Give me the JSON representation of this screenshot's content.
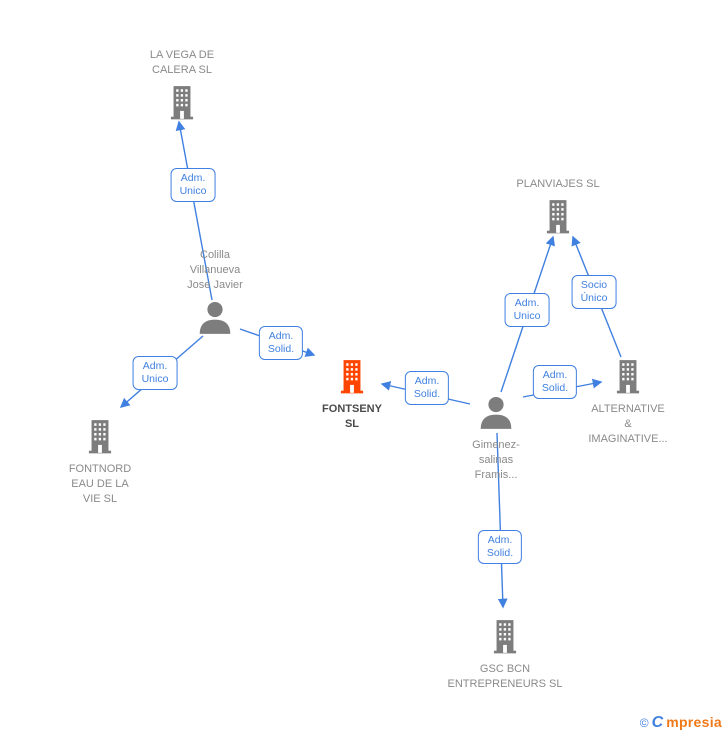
{
  "nodes": {
    "la_vega": {
      "label": "LA VEGA DE\nCALERA  SL",
      "type": "company"
    },
    "planviajes": {
      "label": "PLANVIAJES SL",
      "type": "company"
    },
    "colilla": {
      "label": "Colilla\nVillanueva\nJose Javier",
      "type": "person"
    },
    "fontseny": {
      "label": "FONTSENY\nSL",
      "type": "company-highlighted"
    },
    "gimenez": {
      "label": "Gimenez-\nsalinas\nFramis...",
      "type": "person"
    },
    "alternative": {
      "label": "ALTERNATIVE\n&\nIMAGINATIVE...",
      "type": "company"
    },
    "fontnord": {
      "label": "FONTNORD\nEAU DE LA\nVIE  SL",
      "type": "company"
    },
    "gsc": {
      "label": "GSC BCN\nENTREPRENEURS SL",
      "type": "company"
    }
  },
  "edge_labels": {
    "colilla_lavega": "Adm.\nUnico",
    "colilla_fontseny": "Adm.\nSolid.",
    "colilla_fontnord": "Adm.\nUnico",
    "gimenez_fontseny": "Adm.\nSolid.",
    "gimenez_planviajes": "Adm.\nUnico",
    "alternative_planviajes": "Socio\nÚnico",
    "gimenez_alternative": "Adm.\nSolid.",
    "gimenez_gsc": "Adm.\nSolid."
  },
  "footer": {
    "copyright": "©",
    "brand_first": "C",
    "brand_rest": "mpresia"
  },
  "colors": {
    "accent_blue": "#4080e0",
    "node_gray": "#7d7d7d",
    "text_gray": "#8a8a8a",
    "highlight_orange": "#ff4500",
    "brand_orange": "#f07818"
  }
}
